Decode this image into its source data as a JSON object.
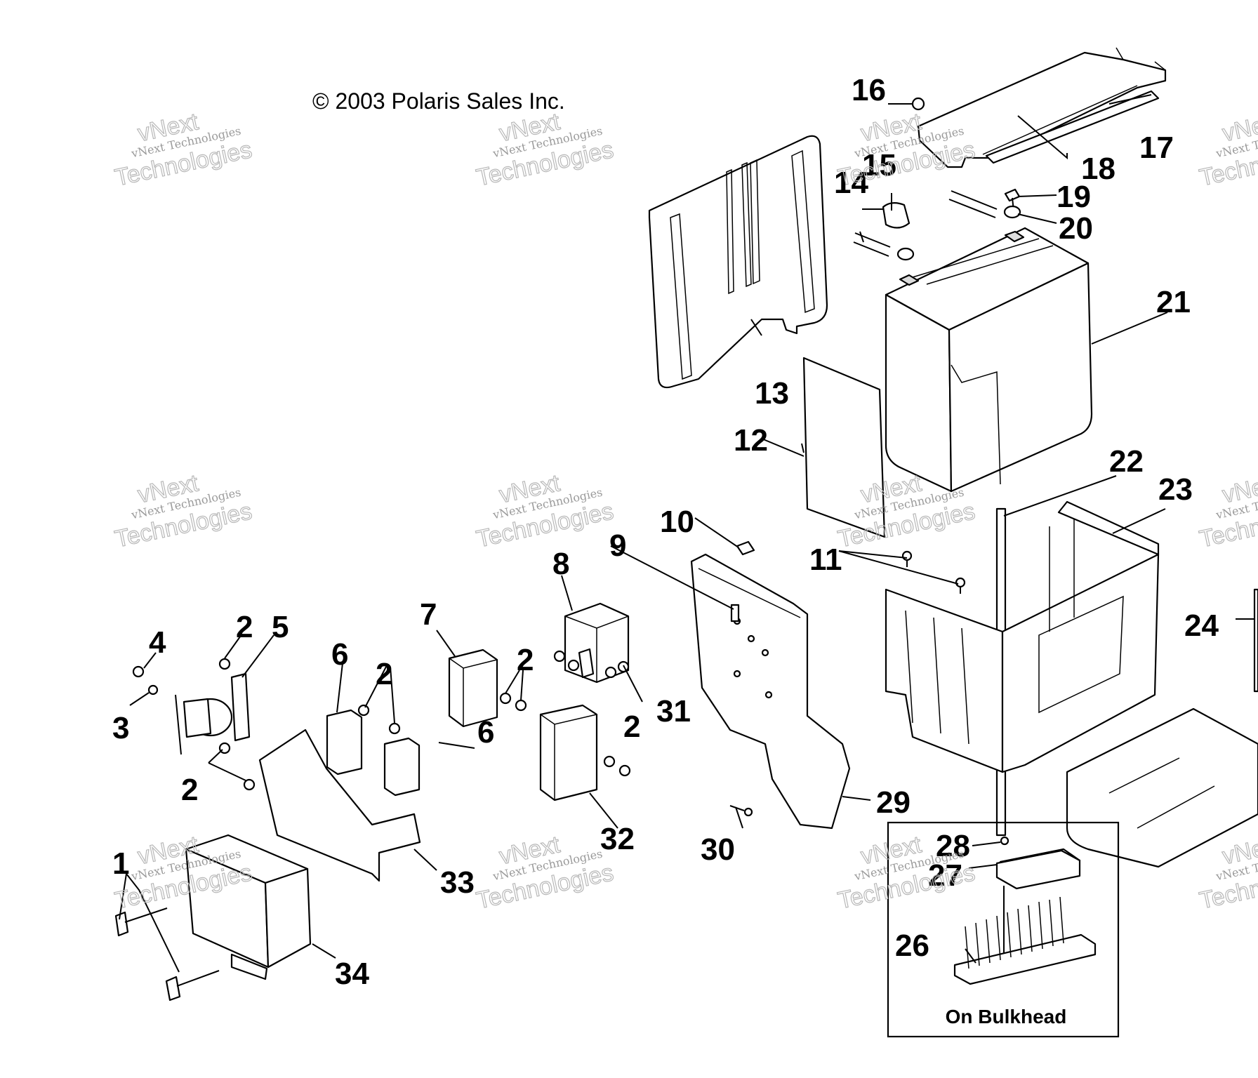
{
  "copyright": "© 2003 Polaris Sales Inc.",
  "inset_caption": "On Bulkhead",
  "watermark": {
    "line1": "vNext",
    "line2": "vNext Technologies",
    "line3": "Technologies"
  },
  "callouts": {
    "c1": "1",
    "c2a": "2",
    "c2b": "2",
    "c2c": "2",
    "c2d": "2",
    "c2e": "2",
    "c3": "3",
    "c4": "4",
    "c5": "5",
    "c6a": "6",
    "c6b": "6",
    "c7": "7",
    "c8": "8",
    "c9": "9",
    "c10": "10",
    "c11": "11",
    "c12": "12",
    "c13": "13",
    "c14": "14",
    "c15": "15",
    "c16": "16",
    "c17": "17",
    "c18": "18",
    "c19": "19",
    "c20": "20",
    "c21": "21",
    "c22": "22",
    "c23": "23",
    "c24": "24",
    "c26": "26",
    "c27": "27",
    "c28": "28",
    "c29": "29",
    "c30": "30",
    "c31": "31",
    "c32": "32",
    "c33": "33",
    "c34": "34"
  }
}
